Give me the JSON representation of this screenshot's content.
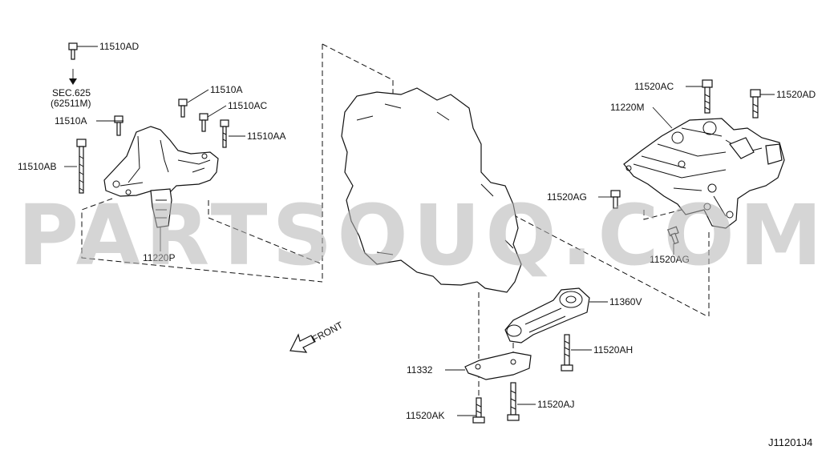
{
  "watermark": "PARTSOUQ.COM",
  "diagram_code": "J11201J4",
  "front_label": "FRONT",
  "callouts": {
    "c11510AD": "11510AD",
    "sec1": "SEC.625",
    "sec2": "(62511M)",
    "c11510A_1": "11510A",
    "c11510AC": "11510AC",
    "c11510A_2": "11510A",
    "c11510AA": "11510AA",
    "c11510AB": "11510AB",
    "c11220P": "11220P",
    "c11520AC": "11520AC",
    "c11520AD": "11520AD",
    "c11220M": "11220M",
    "c11520AG_1": "11520AG",
    "c11520AG_2": "11520AG",
    "c11360V": "11360V",
    "c11520AH": "11520AH",
    "c11332": "11332",
    "c11520AJ": "11520AJ",
    "c11520AK": "11520AK"
  }
}
